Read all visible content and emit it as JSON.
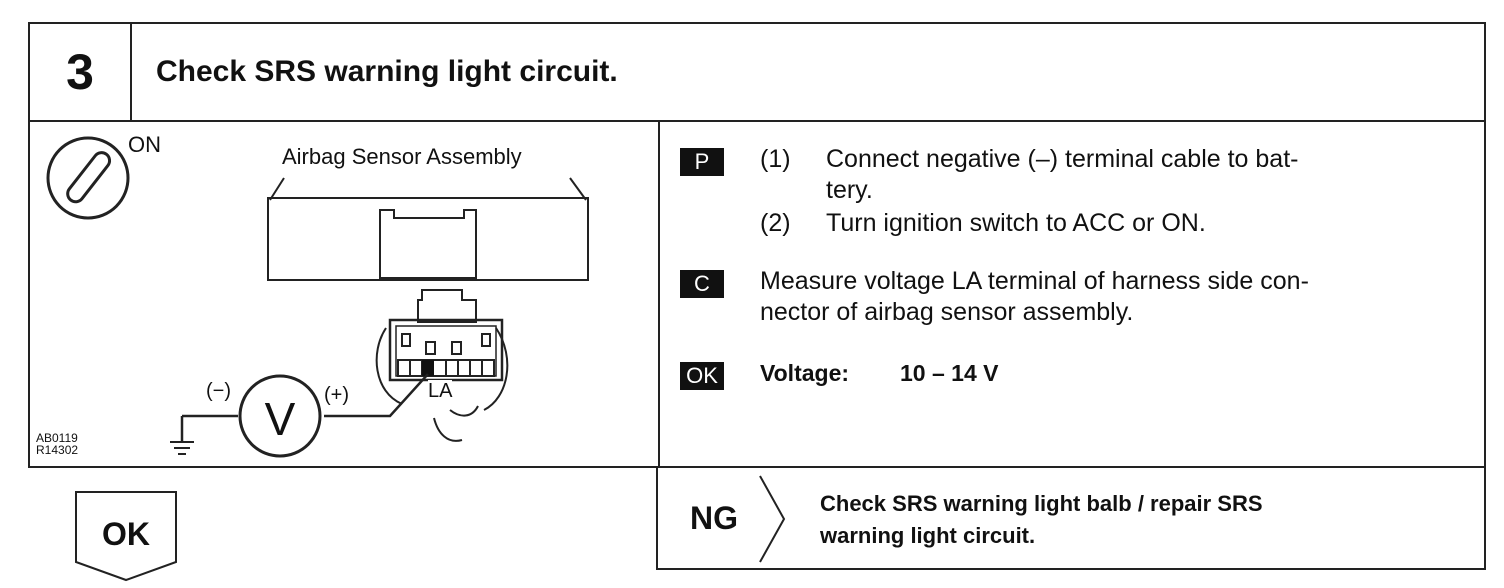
{
  "step": {
    "number": "3",
    "title": "Check SRS warning light circuit."
  },
  "illustration": {
    "ignition_label": "ON",
    "assembly_label": "Airbag Sensor Assembly",
    "minus_label": "(−)",
    "plus_label": "(+)",
    "meter_label": "V",
    "terminal_label": "LA",
    "code_line1": "AB0119",
    "code_line2": "R14302"
  },
  "procedure": {
    "prepare_tag": "P",
    "steps": [
      {
        "num": "(1)",
        "text_line1": "Connect negative (–) terminal cable to bat-",
        "text_line2": "tery."
      },
      {
        "num": "(2)",
        "text_line1": "Turn ignition switch to ACC or ON."
      }
    ],
    "check_tag": "C",
    "check_line1": "Measure voltage LA terminal of harness side con-",
    "check_line2": "nector of airbag sensor assembly.",
    "ok_tag": "OK",
    "spec_label": "Voltage:",
    "spec_value": "10 – 14 V"
  },
  "result": {
    "ok_label": "OK",
    "ng_label": "NG",
    "ng_line1": "Check SRS warning light balb / repair SRS",
    "ng_line2": "warning light circuit."
  }
}
